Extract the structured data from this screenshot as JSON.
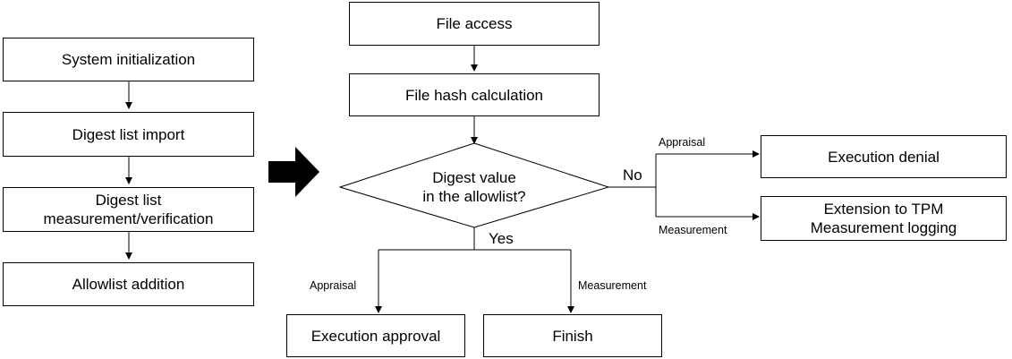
{
  "init_flow": {
    "system_init": "System initialization",
    "digest_import": "Digest list import",
    "digest_measure_line1": "Digest list",
    "digest_measure_line2": "measurement/verification",
    "allowlist_addition": "Allowlist addition"
  },
  "runtime_flow": {
    "file_access": "File access",
    "hash_calc": "File hash calculation",
    "decision_line1": "Digest value",
    "decision_line2": "in the allowlist?",
    "no_label": "No",
    "yes_label": "Yes",
    "appraisal_top": "Appraisal",
    "measurement_top": "Measurement",
    "execution_denial": "Execution denial",
    "extension_line1": "Extension to TPM",
    "extension_line2": "Measurement logging",
    "appraisal_bottom": "Appraisal",
    "measurement_bottom": "Measurement",
    "execution_approval": "Execution approval",
    "finish": "Finish"
  }
}
